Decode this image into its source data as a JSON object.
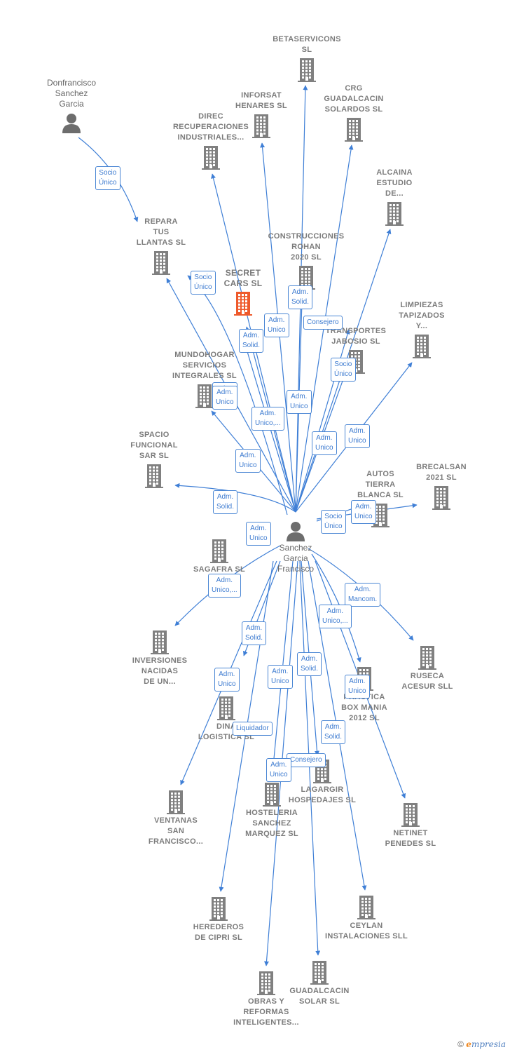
{
  "persons": [
    {
      "id": "center",
      "lines": [
        "Sanchez",
        "Garcia",
        "Francisco"
      ]
    },
    {
      "id": "donfrancisco",
      "lines": [
        "Donfrancisco",
        "Sanchez",
        "Garcia"
      ]
    }
  ],
  "companies": [
    {
      "id": "betaservicons",
      "lines": [
        "BETASERVICONS",
        "SL"
      ]
    },
    {
      "id": "infor",
      "lines": [
        "INFORSAT",
        "HENARES SL"
      ]
    },
    {
      "id": "crg",
      "lines": [
        "CRG",
        "GUADALCACIN",
        "SOLARDOS SL"
      ]
    },
    {
      "id": "direc",
      "lines": [
        "DIREC",
        "RECUPERACIONES",
        "INDUSTRIALES..."
      ]
    },
    {
      "id": "alcaina",
      "lines": [
        "ALCAINA",
        "ESTUDIO",
        "DE..."
      ]
    },
    {
      "id": "repara",
      "lines": [
        "REPARA",
        "TUS",
        "LLANTAS SL"
      ]
    },
    {
      "id": "rohan",
      "lines": [
        "CONSTRUCCIONES",
        "ROHAN",
        "2020 SL"
      ]
    },
    {
      "id": "secret",
      "lines": [
        "SECRET",
        "CARS SL"
      ],
      "highlight": true
    },
    {
      "id": "limpiezas",
      "lines": [
        "LIMPIEZAS",
        "TAPIZADOS",
        "Y..."
      ]
    },
    {
      "id": "jabosio",
      "lines": [
        "TRANSPORTES",
        "JABOSIO SL"
      ]
    },
    {
      "id": "mundohogar",
      "lines": [
        "MUNDOHOGAR",
        "SERVICIOS",
        "INTEGRALES SL"
      ]
    },
    {
      "id": "spacio",
      "lines": [
        "SPACIO",
        "FUNCIONAL",
        "SAR SL"
      ]
    },
    {
      "id": "autos",
      "lines": [
        "AUTOS",
        "TIERRA",
        "BLANCA SL"
      ]
    },
    {
      "id": "brecalsan",
      "lines": [
        "BRECALSAN",
        "2021 SL"
      ]
    },
    {
      "id": "sagafra",
      "lines": [
        "SAGAFRA SL"
      ]
    },
    {
      "id": "inversiones",
      "lines": [
        "INVERSIONES",
        "NACIDAS",
        "DE UN..."
      ]
    },
    {
      "id": "ruseca",
      "lines": [
        "RUSECA",
        "ACESUR SLL"
      ]
    },
    {
      "id": "practica",
      "lines": [
        "PRACTICA",
        "BOX MANIA",
        "2012 SL"
      ]
    },
    {
      "id": "dina",
      "lines": [
        "DINA",
        "LOGISTICA SL"
      ]
    },
    {
      "id": "lagargir",
      "lines": [
        "LAGARGIR",
        "HOSPEDAJES SL"
      ]
    },
    {
      "id": "hosteleria",
      "lines": [
        "HOSTELERIA",
        "SANCHEZ",
        "MARQUEZ SL"
      ]
    },
    {
      "id": "ventanas",
      "lines": [
        "VENTANAS",
        "SAN",
        "FRANCISCO..."
      ]
    },
    {
      "id": "netinet",
      "lines": [
        "NETINET",
        "PENEDES SL"
      ]
    },
    {
      "id": "herederos",
      "lines": [
        "HEREDEROS",
        "DE CIPRI SL"
      ]
    },
    {
      "id": "ceylan",
      "lines": [
        "CEYLAN",
        "INSTALACIONES SLL"
      ]
    },
    {
      "id": "obras",
      "lines": [
        "OBRAS Y",
        "REFORMAS",
        "INTELIGENTES..."
      ]
    },
    {
      "id": "guadalcacin",
      "lines": [
        "GUADALCACIN",
        "SOLAR SL"
      ]
    }
  ],
  "edge_labels": [
    [
      "Socio",
      "Único"
    ],
    [
      "Socio",
      "Único"
    ],
    [
      "Adm.",
      "Solid."
    ],
    [
      "Consejero"
    ],
    [
      "Adm.",
      "Unico"
    ],
    [
      "Adm.",
      "Solid."
    ],
    [
      "Socio",
      "Único"
    ],
    [
      "Adm.",
      "Unico"
    ],
    [
      "Adm.",
      "Unico"
    ],
    [
      "Adm.",
      "Unico,..."
    ],
    [
      "Adm.",
      "Unico"
    ],
    [
      "Adm.",
      "Unico"
    ],
    [
      "Adm.",
      "Unico"
    ],
    [
      "Adm.",
      "Unico"
    ],
    [
      "Adm.",
      "Solid."
    ],
    [
      "Adm.",
      "Unico"
    ],
    [
      "Socio",
      "Único"
    ],
    [
      "Adm.",
      "Unico"
    ],
    [
      "Adm.",
      "Unico,..."
    ],
    [
      "Adm.",
      "Mancom."
    ],
    [
      "Adm.",
      "Unico,..."
    ],
    [
      "Adm.",
      "Solid."
    ],
    [
      "Adm.",
      "Solid."
    ],
    [
      "Adm.",
      "Unico"
    ],
    [
      "Adm.",
      "Unico"
    ],
    [
      "Adm.",
      "Unico"
    ],
    [
      "Liquidador"
    ],
    [
      "Adm.",
      "Solid."
    ],
    [
      "Consejero"
    ],
    [
      "Adm.",
      "Unico"
    ]
  ],
  "footer": {
    "copyright": "©",
    "brand_initial": "e",
    "brand_rest": "mpresia"
  },
  "colors": {
    "edge": "#3f7fd6",
    "building": "#808080",
    "highlight": "#ee5a2c",
    "person": "#6d6d6d"
  }
}
